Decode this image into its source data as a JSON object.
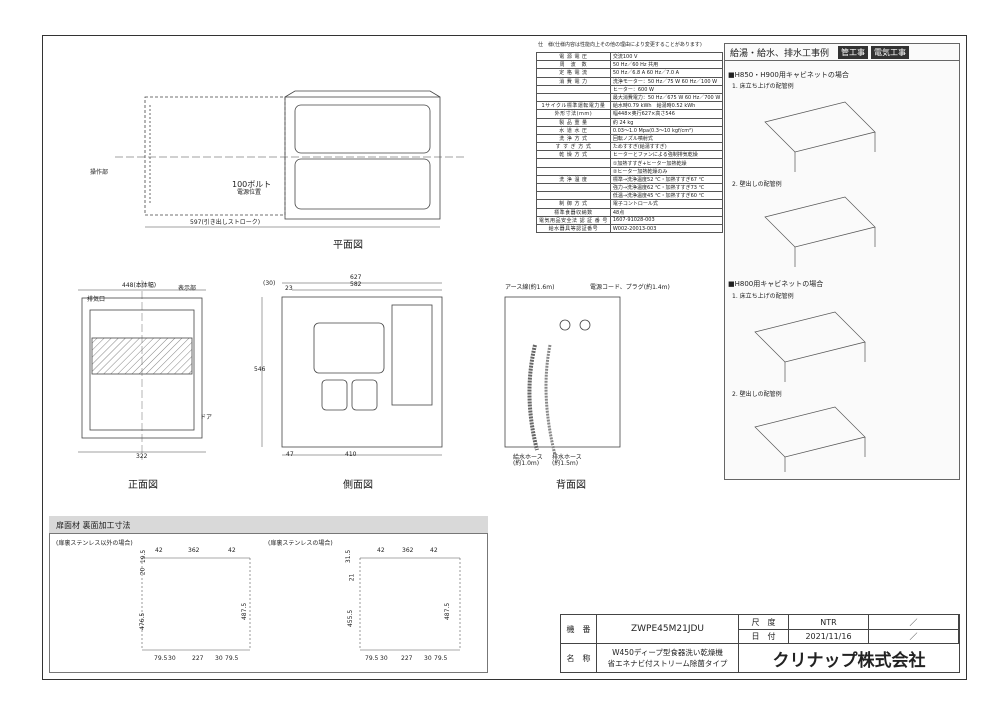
{
  "spec": {
    "note": "仕　様(仕様内容は性能向上その他の理由により変更することがあります)",
    "rows": [
      [
        "電 源 電 圧",
        "交流100 V"
      ],
      [
        "周　波　数",
        "50 Hz／60 Hz 共用"
      ],
      [
        "定 格 電 流",
        "50 Hz／6.8 A 60 Hz／7.0 A"
      ],
      [
        "消 費 電 力",
        "洗浄モーター：50 Hz／75 W 60 Hz／100 W"
      ],
      [
        "",
        "ヒーター：600 W"
      ],
      [
        "",
        "最大消費電力：50 Hz／675 W 60 Hz／700 W"
      ],
      [
        "1サイクル標準運転電力量",
        "給水時0.79 kWh　給湯時0.52 kWh"
      ],
      [
        "外形寸法(mm)",
        "幅448×奥行627×高さ546"
      ],
      [
        "製 品 重 量",
        "約 24 kg"
      ],
      [
        "水 道 水 圧",
        "0.03〜1.0 Mpa(0.3〜10 kgf/cm²)"
      ],
      [
        "洗 浄 方 式",
        "回転ノズル噴射式"
      ],
      [
        "す す ぎ 方 式",
        "ためすすぎ(給湯すすぎ)"
      ],
      [
        "乾 燥 方 式",
        "ヒーターとファンによる強制排気乾燥"
      ],
      [
        "",
        "①加熱すすぎ+ヒーター加熱乾燥"
      ],
      [
        "",
        "②ヒーター加熱乾燥のみ"
      ],
      [
        "洗 浄 温 度",
        "標準→洗浄温度52 ℃・加熱すすぎ67 ℃"
      ],
      [
        "",
        "強力→洗浄温度62 ℃・加熱すすぎ73 ℃"
      ],
      [
        "",
        "低温→洗浄温度45 ℃・加熱すすぎ60 ℃"
      ],
      [
        "制 御 方 式",
        "電子コントロール式"
      ],
      [
        "標準食器収納数",
        "48点"
      ],
      [
        "電気用品安全法 認 証 番 号",
        "1607-91028-003"
      ],
      [
        "給水器具等認証番号",
        "W002-20013-003"
      ]
    ]
  },
  "views": {
    "plan": "平面図",
    "front": "正面図",
    "side": "側面図",
    "back": "背面図",
    "plan_note": "100ボルト",
    "plan_sub": "電源位置",
    "plan_left": "操作部",
    "plan_dim": "597(引き出しストローク)",
    "front_left": "排気口",
    "front_top": "448(本体幅)",
    "front_right": "表示部",
    "front_door": "ドア",
    "front_bottom": "322",
    "side_total": "627",
    "side_inner": "582",
    "side_h": "546",
    "side_bottom1": "47",
    "side_bottom2": "410",
    "side_dim_a": "(30)",
    "side_dim_b": "23",
    "back_earth": "アース線(約1.6m)",
    "back_cord": "電源コード、プラグ(約1.4m)",
    "back_hose1": "給水ホース",
    "back_hose2": "排水ホース",
    "back_hose_len1": "(約1.0m)",
    "back_hose_len2": "(約1.5m)"
  },
  "right": {
    "title": "給湯・給水、排水工事例",
    "badge1": "管工事",
    "badge2": "電気工事",
    "s1": "■H850・H900用キャビネットの場合",
    "s2": "■H800用キャビネットの場合",
    "c1": "1. 床立ち上げの配管例",
    "c2": "2. 壁出しの配管例",
    "c3": "1. 床立ち上げの配管例",
    "c4": "2. 壁出しの配管例"
  },
  "bl": {
    "title": "扉面材 裏面加工寸法",
    "left_caption": "(扉裏ステンレス以外の場合)",
    "right_caption": "(扉裏ステンレスの場合)",
    "l_top": [
      "42",
      "362",
      "42"
    ],
    "l_left": [
      "19.5",
      "20",
      "476.5"
    ],
    "l_right": "487.5",
    "l_bottom": [
      "79.5",
      "30",
      "227",
      "30",
      "79.5"
    ],
    "r_top": [
      "42",
      "362",
      "42"
    ],
    "r_left": [
      "31.5",
      "21",
      "455.5"
    ],
    "r_right": "487.5",
    "r_bottom": [
      "79.5",
      "30",
      "227",
      "30",
      "79.5"
    ]
  },
  "titleblock": {
    "model_label": "機　番",
    "model": "ZWPE45M21JDU",
    "scale_label": "尺　度",
    "scale": "NTR",
    "date_label": "日　付",
    "date": "2021/11/16",
    "name_label": "名　称",
    "name1": "W450ディープ型食器洗い乾燥機",
    "name2": "省エネナビ付ストリーム除菌タイプ",
    "slash1": "／",
    "slash2": "／",
    "company": "クリナップ株式会社"
  }
}
